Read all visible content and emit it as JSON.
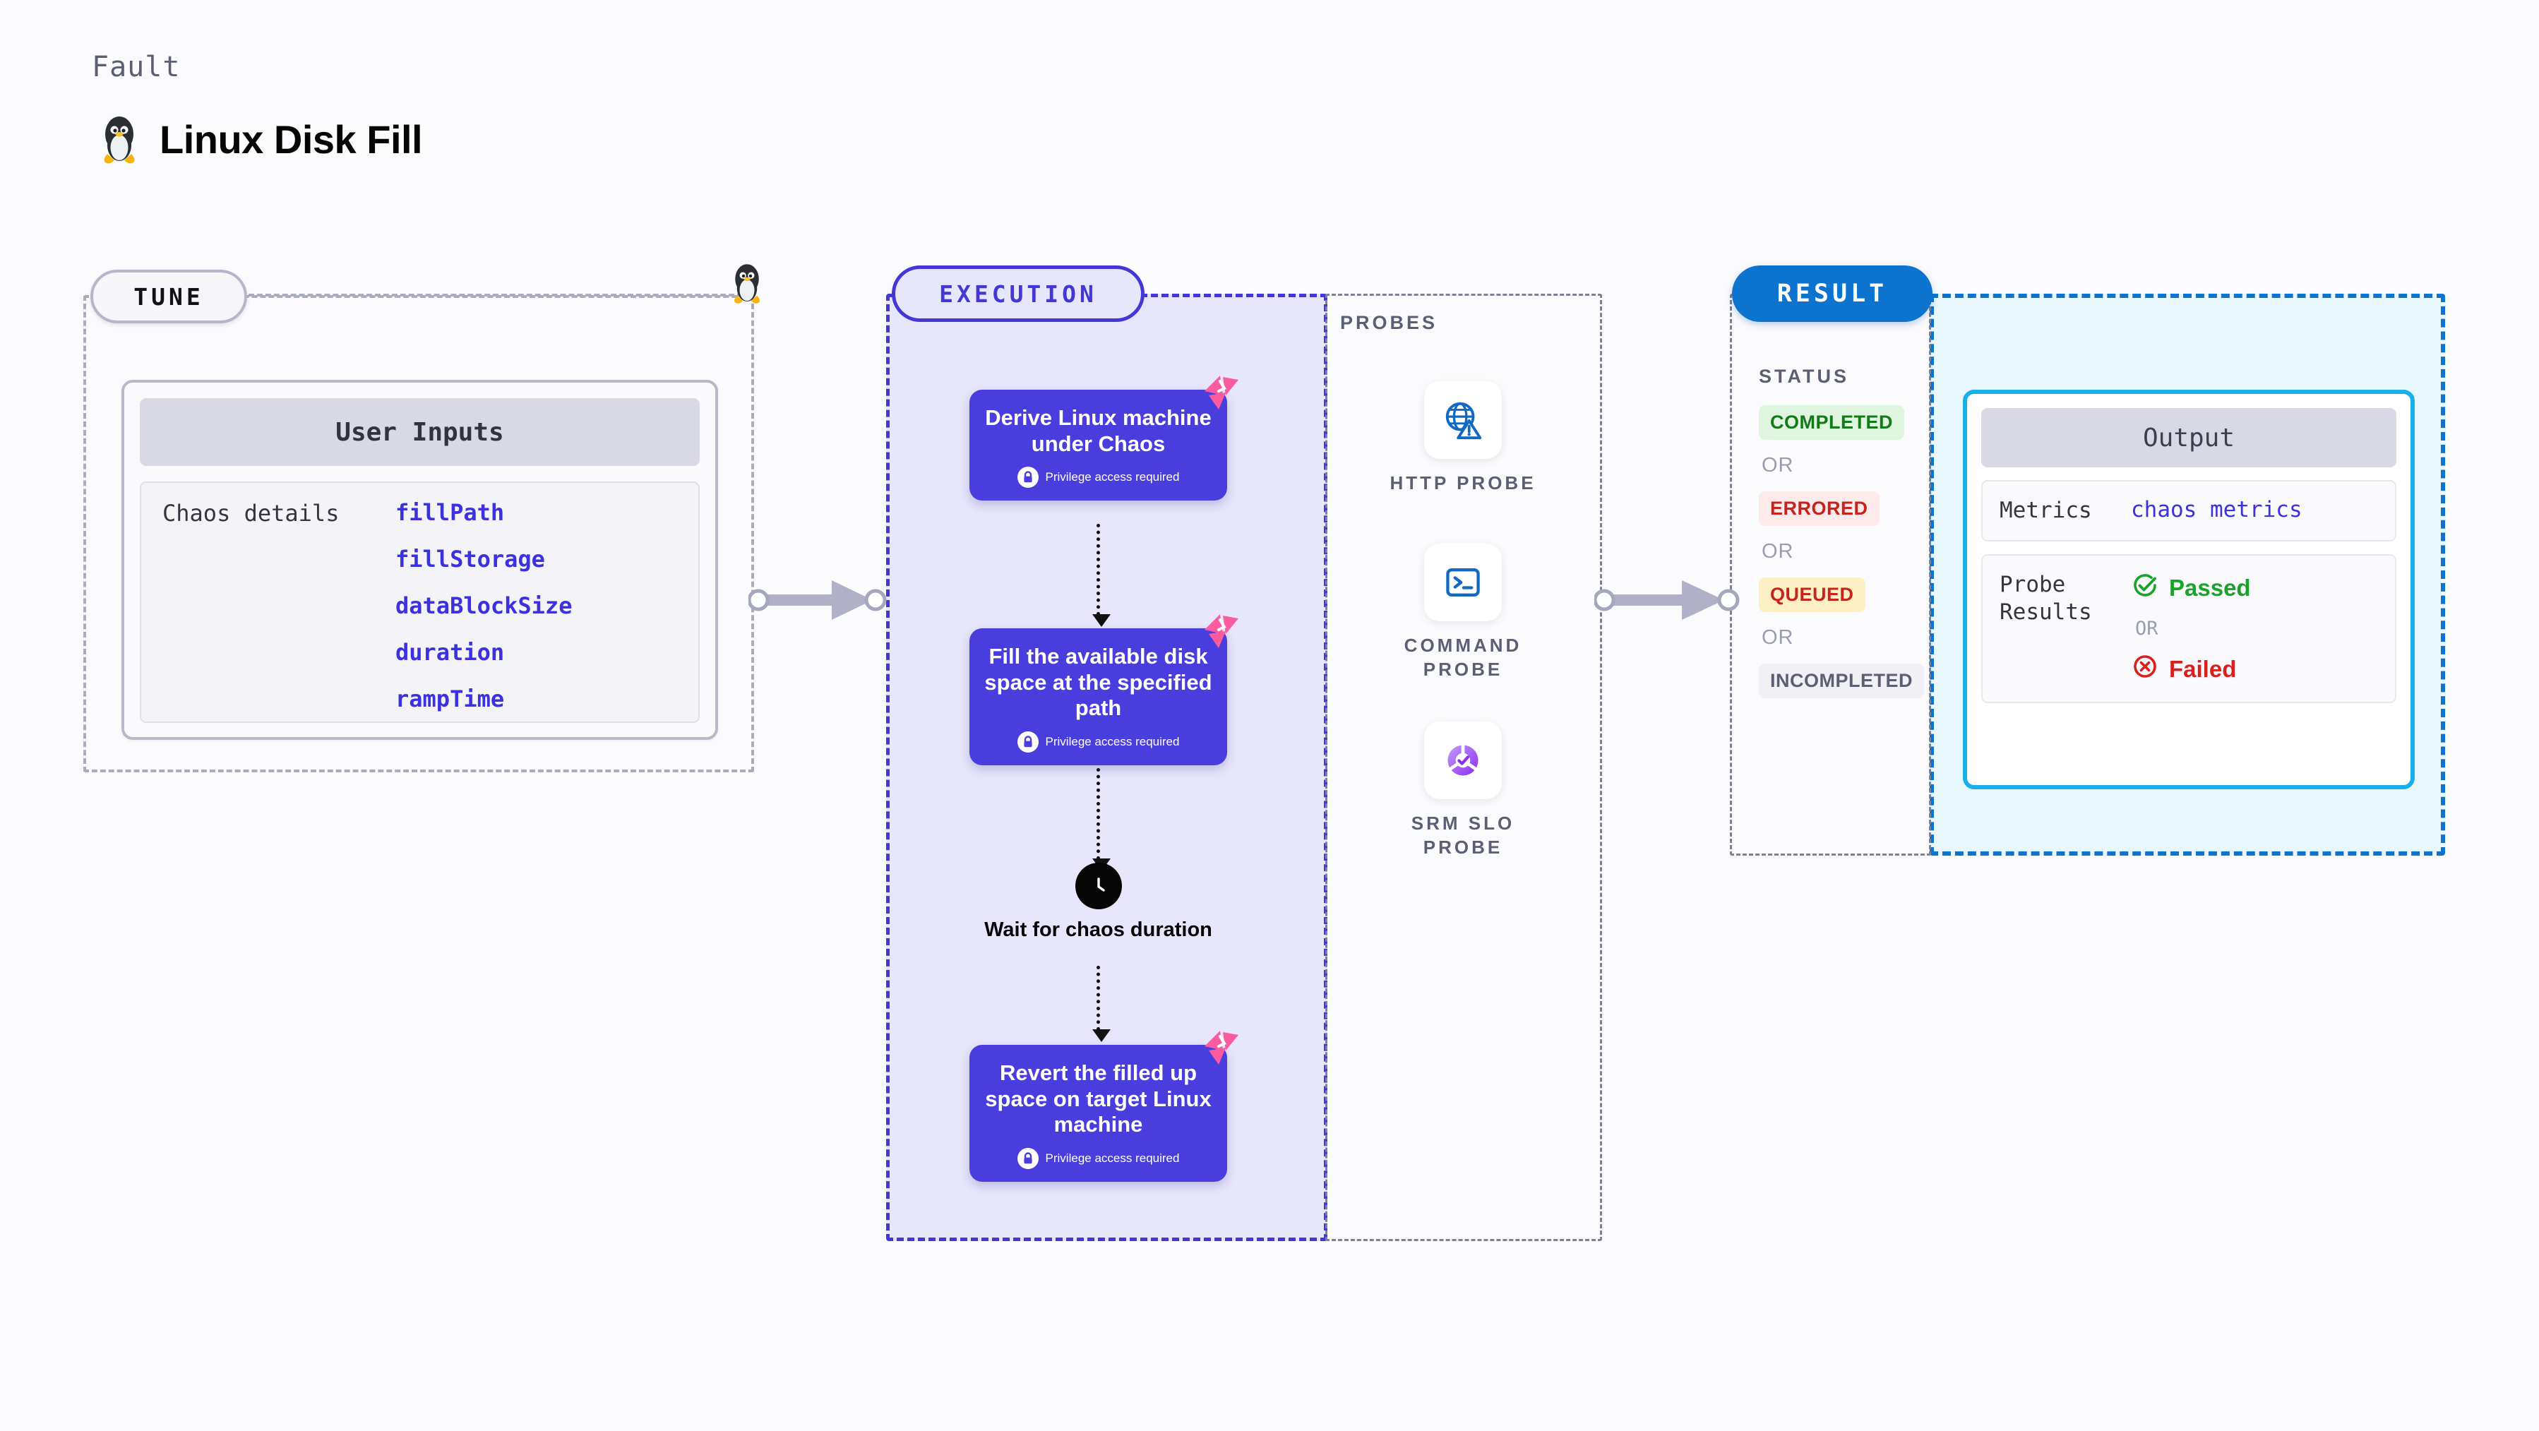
{
  "header": {
    "kicker": "Fault",
    "title": "Linux Disk Fill",
    "icon": "linux-tux-icon"
  },
  "tune": {
    "pill_label": "TUNE",
    "boundary_icon": "linux-tux-icon",
    "card": {
      "header": "User Inputs",
      "row_label": "Chaos details",
      "params": [
        "fillPath",
        "fillStorage",
        "dataBlockSize",
        "duration",
        "rampTime"
      ]
    }
  },
  "execution": {
    "pill_label": "EXECUTION",
    "steps": [
      {
        "title": "Derive Linux machine under Chaos",
        "privilege_note": "Privilege access required",
        "lock_icon": "lock-icon",
        "flag_icon": "chaos-flag-icon"
      },
      {
        "title": "Fill the available disk space at the specified path",
        "privilege_note": "Privilege access required",
        "lock_icon": "lock-icon",
        "flag_icon": "chaos-flag-icon"
      },
      {
        "title": "Revert the filled up space on target Linux machine",
        "privilege_note": "Privilege access required",
        "lock_icon": "lock-icon",
        "flag_icon": "chaos-flag-icon"
      }
    ],
    "wait_node": {
      "icon": "clock-icon",
      "label": "Wait for chaos duration"
    }
  },
  "probes": {
    "title": "PROBES",
    "items": [
      {
        "label": "HTTP PROBE",
        "icon": "globe-warning-icon"
      },
      {
        "label": "COMMAND PROBE",
        "icon": "terminal-icon"
      },
      {
        "label": "SRM SLO PROBE",
        "icon": "slo-donut-check-icon"
      }
    ]
  },
  "result": {
    "pill_label": "RESULT",
    "status_title": "STATUS",
    "or_label": "OR",
    "statuses": [
      {
        "label": "COMPLETED",
        "kind": "completed"
      },
      {
        "label": "ERRORED",
        "kind": "errored"
      },
      {
        "label": "QUEUED",
        "kind": "queued"
      },
      {
        "label": "INCOMPLETED",
        "kind": "incompleted"
      }
    ]
  },
  "output": {
    "header": "Output",
    "metrics_key": "Metrics",
    "metrics_value": "chaos metrics",
    "probe_results_key": "Probe Results",
    "passed_label": "Passed",
    "failed_label": "Failed",
    "or_label": "OR",
    "passed_icon": "check-circle-icon",
    "failed_icon": "x-circle-icon"
  },
  "colors": {
    "execution_accent": "#4338d6",
    "execution_fill": "#e7e6fb",
    "result_accent": "#0c74cf",
    "output_fill": "#e9f8fd",
    "output_border": "#17b0e8",
    "param_text": "#3b32de",
    "chaos_flag": "#fb5ca0",
    "passed": "#18a32a",
    "failed": "#d8201c",
    "queued": "#fdf0c4",
    "muted": "#5b5f73"
  }
}
